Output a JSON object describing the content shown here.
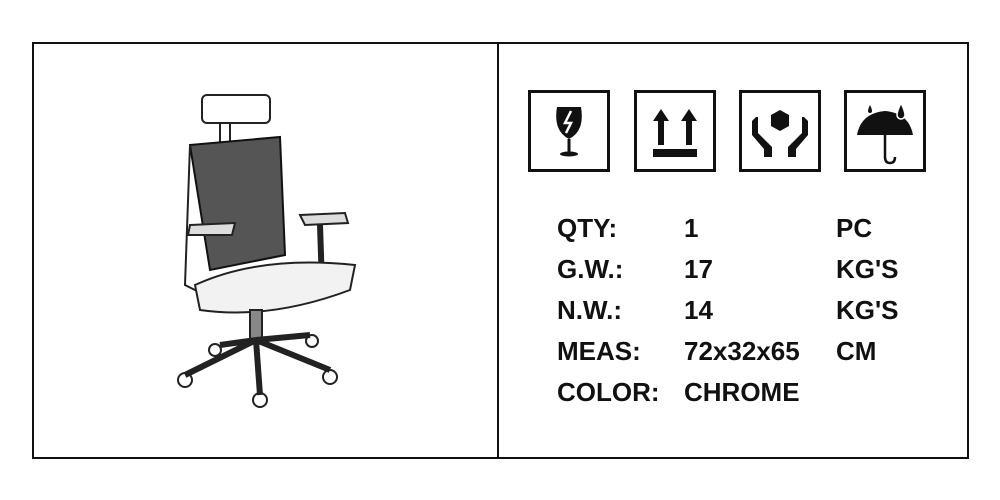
{
  "handling_icons": [
    "fragile-icon",
    "this-way-up-icon",
    "handle-with-care-icon",
    "keep-dry-icon"
  ],
  "specs": [
    {
      "label": "QTY:",
      "value": "1",
      "unit": "PC"
    },
    {
      "label": "G.W.:",
      "value": "17",
      "unit": "KG'S"
    },
    {
      "label": "N.W.:",
      "value": "14",
      "unit": "KG'S"
    },
    {
      "label": "MEAS:",
      "value": "72x32x65",
      "unit": "CM"
    },
    {
      "label": "COLOR:",
      "value": "CHROME",
      "unit": ""
    }
  ]
}
